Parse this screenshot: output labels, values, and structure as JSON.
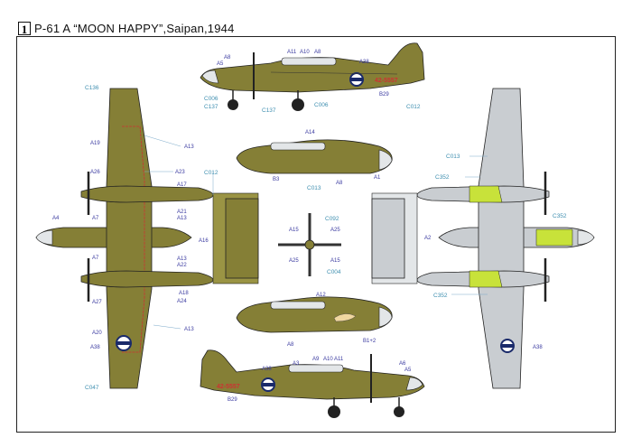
{
  "header": {
    "number": "1",
    "title": "P-61 A “MOON HAPPY”,Saipan,1944"
  },
  "colors": {
    "olive_drab": "#857f36",
    "neutral_grey": "#c9cdd1",
    "yellow_green": "#c8e23a",
    "callout_text": "#3a3aa0",
    "color_code_text": "#3f8fb0",
    "red_codes": "#c33"
  },
  "labels": {
    "top_side": [
      "A11",
      "A10",
      "A8",
      "A8",
      "A5",
      "A38",
      "C006",
      "C137",
      "C137",
      "C006",
      "B29",
      "C012"
    ],
    "top_view": [
      "C136",
      "A19",
      "A13",
      "A26",
      "A23",
      "A17",
      "C012",
      "A21",
      "A13",
      "A7",
      "A4",
      "A16",
      "A13",
      "A22",
      "A7",
      "A18",
      "A24",
      "A27",
      "A20",
      "A13",
      "A38",
      "C047"
    ],
    "middle_side": [
      "A14",
      "B3",
      "C013",
      "A8",
      "A1"
    ],
    "propeller": [
      "C092",
      "A15",
      "A25",
      "A25",
      "A15",
      "C004"
    ],
    "lower_side": [
      "A12",
      "A8",
      "B1+2"
    ],
    "bottom_side": [
      "A38",
      "A3",
      "A9",
      "A10",
      "A11",
      "A6",
      "A5",
      "B29"
    ],
    "bottom_view": [
      "C013",
      "C352",
      "C352",
      "A2",
      "C352",
      "A38"
    ]
  }
}
